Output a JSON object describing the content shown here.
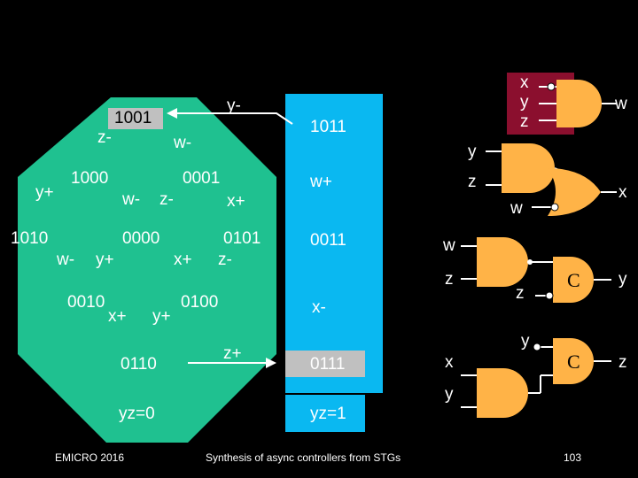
{
  "colors": {
    "octagon": "#1fc190",
    "blue_column": "#0ab8f1",
    "state_box": "#c0c0c0",
    "gate_orange": "#ffb347",
    "gate_maroon": "#8b0f2e",
    "wire": "#ffffff"
  },
  "left_sg": {
    "states": [
      "1001",
      "1000",
      "0001",
      "1010",
      "0000",
      "0101",
      "0010",
      "0100",
      "0110"
    ],
    "signals": {
      "z_minus_top": "z-",
      "w_minus_top": "w-",
      "y_plus_left": "y+",
      "w_minus_mid": "w-",
      "z_minus_mid": "z-",
      "x_plus_right": "x+",
      "w_minus_low": "w-",
      "y_plus_low": "y+",
      "x_plus_mid": "x+",
      "z_minus_low": "z-",
      "x_plus_bottom": "x+",
      "y_plus_bottom": "y+"
    },
    "label": "yz=0"
  },
  "right_sg": {
    "states": [
      "1011",
      "0011",
      "0111"
    ],
    "signals": {
      "w_plus": "w+",
      "x_minus": "x-",
      "z_plus": "z+"
    },
    "label": "yz=1"
  },
  "transition_y_minus": "y-",
  "gates": {
    "g1": {
      "inputs": [
        "x",
        "y",
        "z"
      ],
      "output": "w"
    },
    "g2": {
      "inputs": [
        "y",
        "z"
      ]
    },
    "g3": {
      "input": "w",
      "output": "x"
    },
    "g4": {
      "inputs": [
        "w",
        "z"
      ]
    },
    "c1": {
      "symbol": "C",
      "input": "z",
      "output": "y"
    },
    "g5": {
      "inputs": [
        "x",
        "y"
      ]
    },
    "c2": {
      "symbol": "C",
      "input": "y",
      "output": "z"
    }
  },
  "footer": {
    "left": "EMICRO 2016",
    "center": "Synthesis of async controllers from STGs",
    "page": "103"
  }
}
